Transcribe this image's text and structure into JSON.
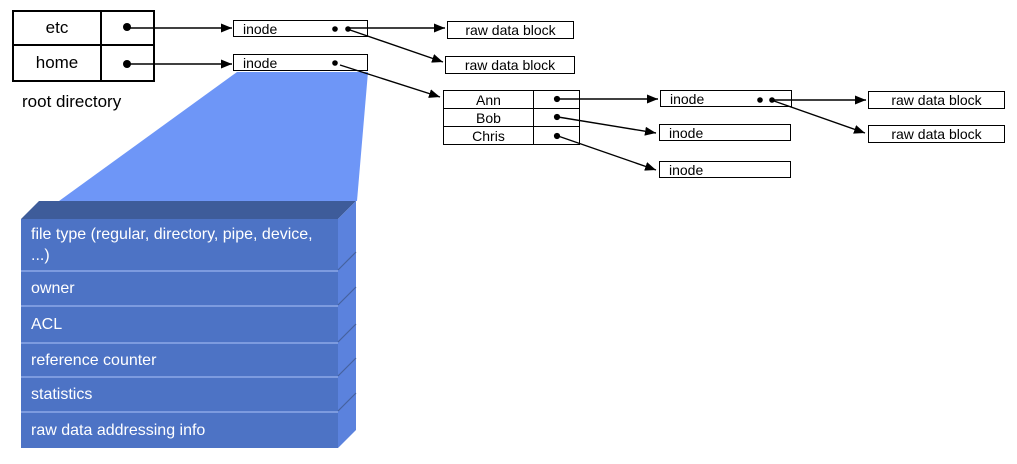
{
  "colors": {
    "background": "#ffffff",
    "box_border": "#000000",
    "line": "#000000",
    "funnel": "#6e96f7",
    "stack_front": "#4d73c5",
    "stack_side": "#5b82dd",
    "stack_top": "#3e5c9a",
    "stack_separator": "#7d9bdf",
    "stack_side_edge": "#46629f",
    "stack_text": "#ffffff"
  },
  "root_directory": {
    "caption": "root directory",
    "entries": [
      {
        "name": "etc"
      },
      {
        "name": "home"
      }
    ]
  },
  "labels": {
    "inode": "inode",
    "raw_data_block": "raw data block"
  },
  "home_directory": {
    "entries": [
      {
        "name": "Ann"
      },
      {
        "name": "Bob"
      },
      {
        "name": "Chris"
      }
    ]
  },
  "inode_structure": {
    "fields": [
      "file type (regular, directory, pipe, device, ...)",
      "owner",
      "ACL",
      "reference counter",
      "statistics",
      "raw data addressing info"
    ]
  }
}
